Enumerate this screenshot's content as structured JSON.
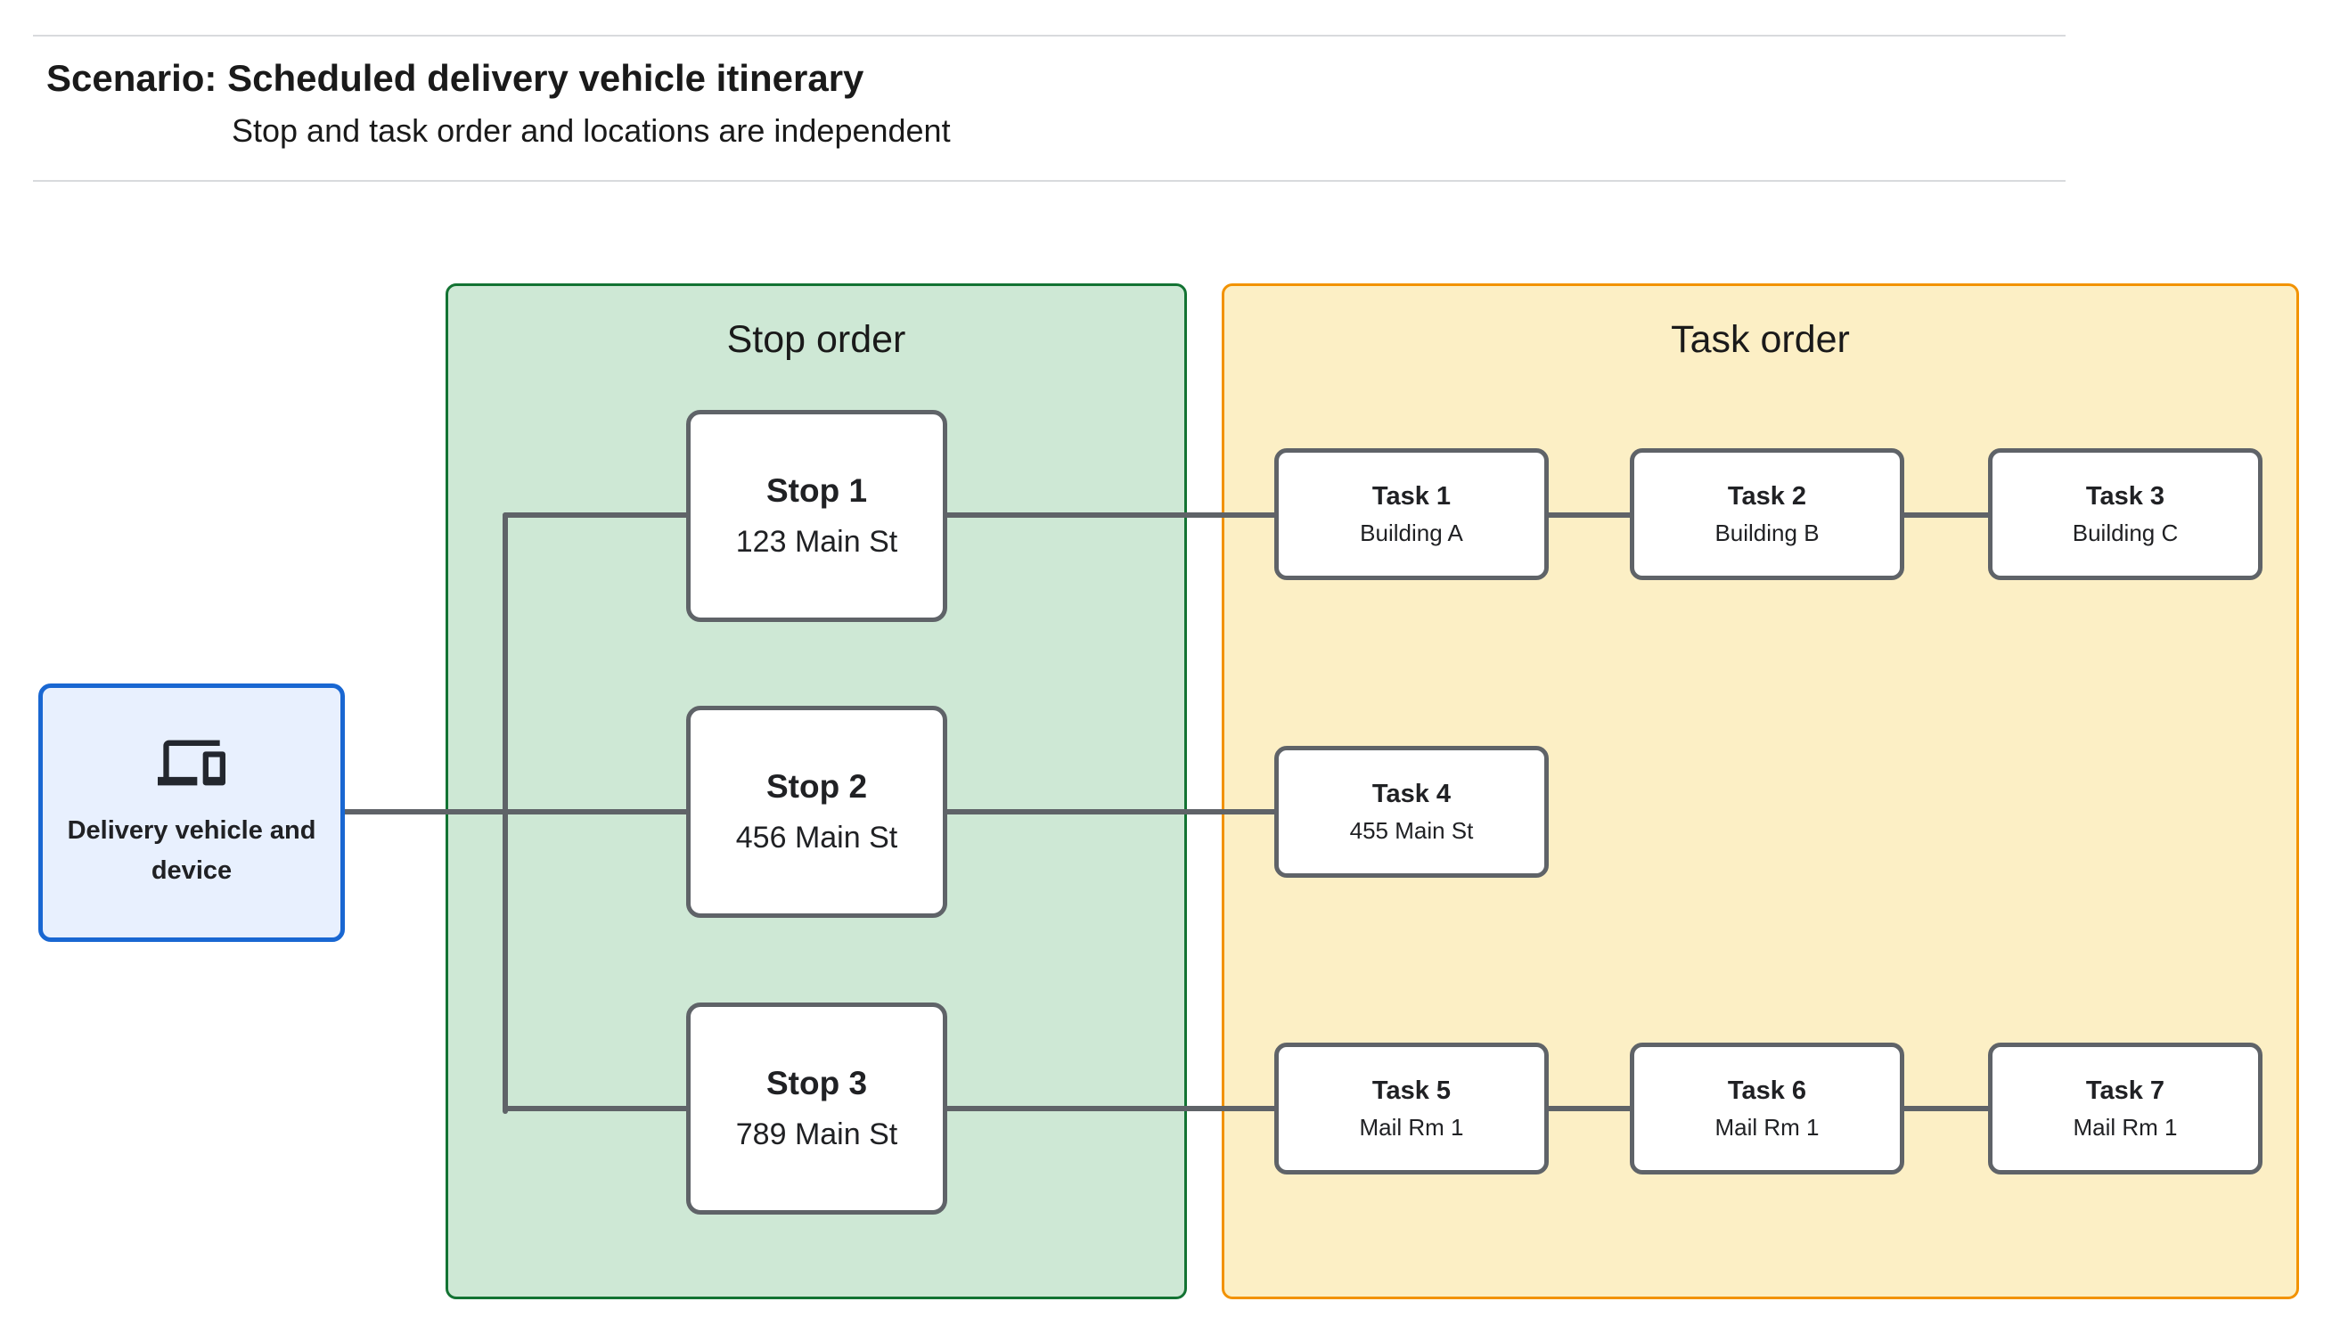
{
  "header": {
    "title": "Scenario: Scheduled delivery vehicle itinerary",
    "subtitle": "Stop and task order and locations are independent"
  },
  "vehicle": {
    "label": "Delivery vehicle and device",
    "icon": "devices-icon"
  },
  "groups": {
    "stops": {
      "title": "Stop order",
      "fill": "#CEE8D5",
      "border": "#137333"
    },
    "tasks": {
      "title": "Task order",
      "fill": "#FCEFC5",
      "border": "#F29200"
    }
  },
  "stops": [
    {
      "name": "Stop 1",
      "location": "123 Main St"
    },
    {
      "name": "Stop 2",
      "location": "456 Main St"
    },
    {
      "name": "Stop 3",
      "location": "789 Main St"
    }
  ],
  "tasks": [
    {
      "name": "Task 1",
      "location": "Building A"
    },
    {
      "name": "Task 2",
      "location": "Building B"
    },
    {
      "name": "Task 3",
      "location": "Building C"
    },
    {
      "name": "Task 4",
      "location": "455 Main St"
    },
    {
      "name": "Task 5",
      "location": "Mail Rm 1"
    },
    {
      "name": "Task 6",
      "location": "Mail Rm 1"
    },
    {
      "name": "Task 7",
      "location": "Mail Rm 1"
    }
  ],
  "colors": {
    "connector_line": "#5F6368",
    "node_border": "#5F6368",
    "vehicle_fill": "#E8F0FE",
    "vehicle_border": "#1967D2",
    "header_rule": "#D8DADD",
    "text": "#202124"
  }
}
